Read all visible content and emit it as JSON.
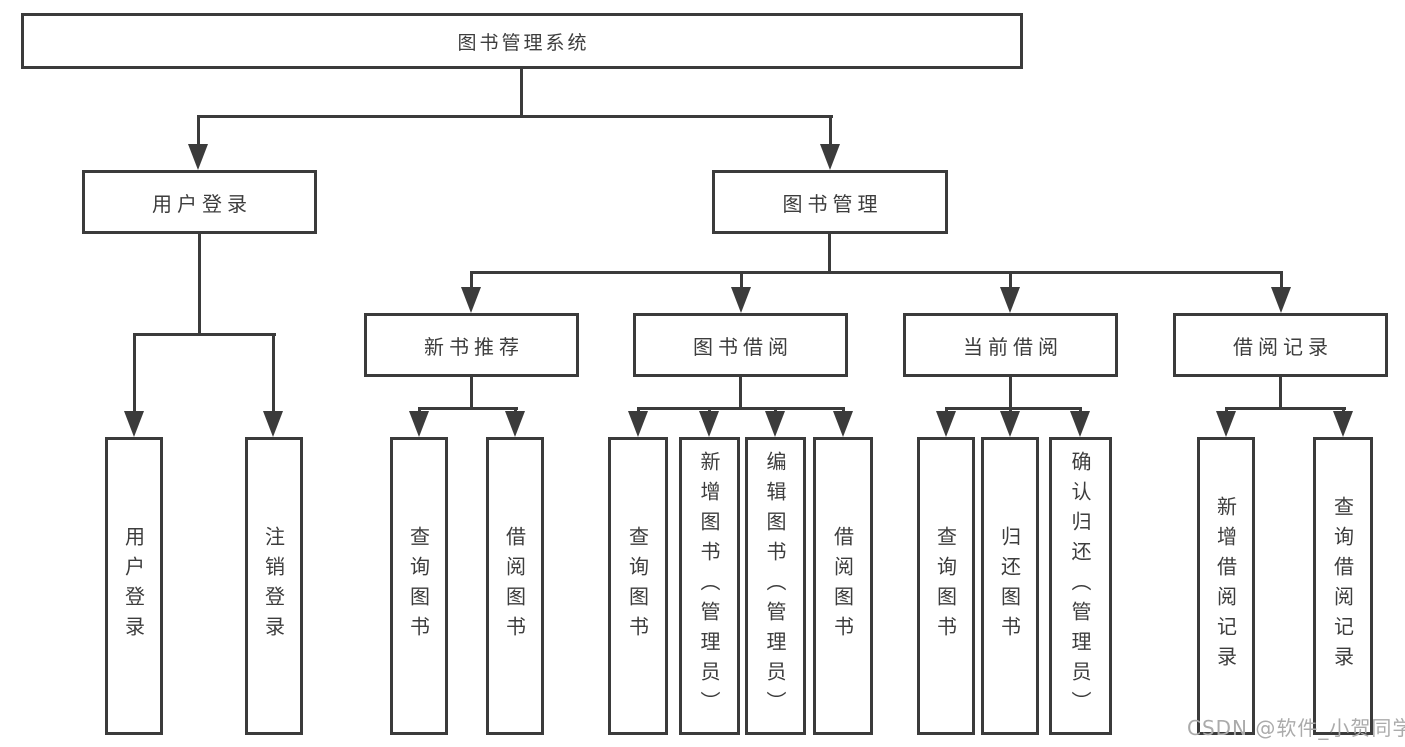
{
  "diagram": {
    "root": {
      "label": "图书管理系统"
    },
    "branches": [
      {
        "label": "用户登录",
        "children": [
          {
            "label": "用户登录"
          },
          {
            "label": "注销登录"
          }
        ]
      },
      {
        "label": "图书管理",
        "children": [
          {
            "label": "新书推荐",
            "children": [
              {
                "label": "查询图书"
              },
              {
                "label": "借阅图书"
              }
            ]
          },
          {
            "label": "图书借阅",
            "children": [
              {
                "label": "查询图书"
              },
              {
                "label": "新增图书（管理员）"
              },
              {
                "label": "编辑图书（管理员）"
              },
              {
                "label": "借阅图书"
              }
            ]
          },
          {
            "label": "当前借阅",
            "children": [
              {
                "label": "查询图书"
              },
              {
                "label": "归还图书"
              },
              {
                "label": "确认归还（管理员）"
              }
            ]
          },
          {
            "label": "借阅记录",
            "children": [
              {
                "label": "新增借阅记录"
              },
              {
                "label": "查询借阅记录"
              }
            ]
          }
        ]
      }
    ]
  },
  "watermark": {
    "text": "CSDN @软件_小贺同学"
  },
  "colors": {
    "line": "#3b3b3b",
    "text": "#3d3d3d",
    "box_fill": "#ffffff",
    "background": "#ffffff",
    "watermark": "#ababab"
  }
}
